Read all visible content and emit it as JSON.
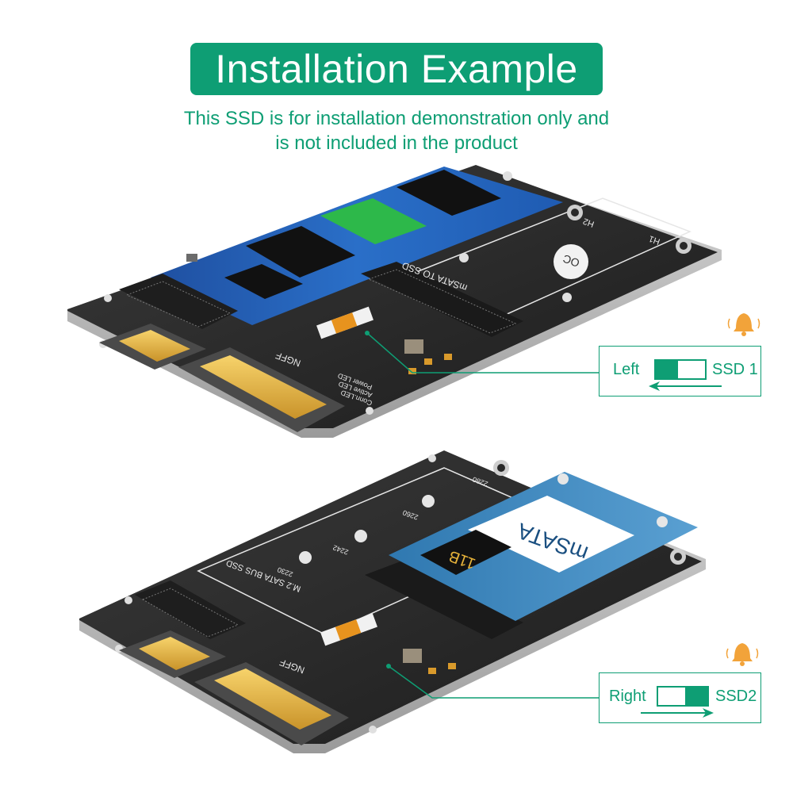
{
  "header": {
    "title": "Installation Example",
    "note_line1": "This SSD is for installation demonstration only and",
    "note_line2": "is not included in the product"
  },
  "board_labels": {
    "top_ngff": "NGFF",
    "top_msata_to_ssd": "mSATA TO SSD",
    "top_h1": "H1",
    "top_h2": "H2",
    "bottom_ngff": "NGFF",
    "bottom_m2_sata": "M.2 SATA BUS SSD",
    "bottom_size_2230": "2230",
    "bottom_size_2242": "2242",
    "bottom_size_2260": "2260",
    "bottom_size_2280": "2280",
    "led_conn": "Conn.LED",
    "led_active": "Active LED",
    "led_power": "Power LED",
    "msata_sticker": "mSATA",
    "capacity_chip": "11B"
  },
  "callout_top": {
    "left_label": "Left",
    "right_label": "SSD 1",
    "knob_position": "left",
    "arrow_direction": "left"
  },
  "callout_bottom": {
    "left_label": "Right",
    "right_label": "SSD2",
    "knob_position": "right",
    "arrow_direction": "right"
  },
  "colors": {
    "accent": "#0e9e74",
    "board": "#2b2b2b",
    "blue_pcb": "#2a6fc8",
    "bell": "#f2a33a"
  }
}
